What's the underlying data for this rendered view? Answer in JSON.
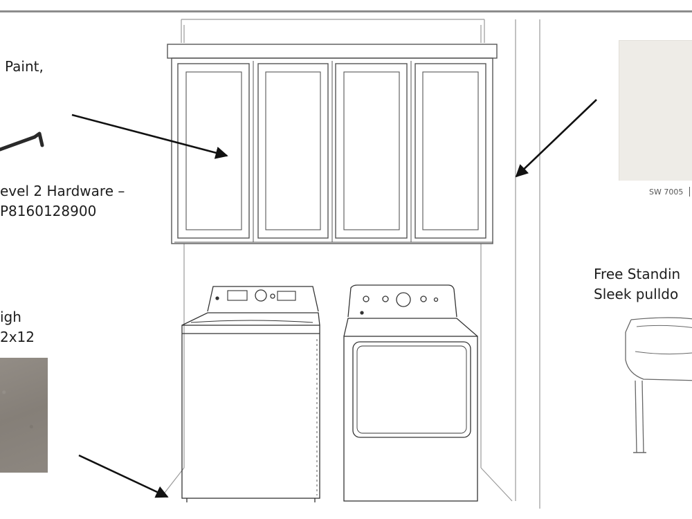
{
  "labels": {
    "paint_line1": "Paint,",
    "hardware_line1": "evel 2 Hardware –",
    "hardware_line2": "P8160128900",
    "tile_line1": "igh",
    "tile_line2": "2x12",
    "sink_line1": "Free Standin",
    "sink_line2": "Sleek pulldo"
  },
  "swatch": {
    "code": "SW 7005",
    "color": "#eeece7"
  },
  "tile": {
    "color": "#8a847d"
  },
  "icons": [
    "cabinet-pull-icon",
    "arrow-icon",
    "washer-icon",
    "dryer-icon",
    "utility-sink-icon"
  ]
}
